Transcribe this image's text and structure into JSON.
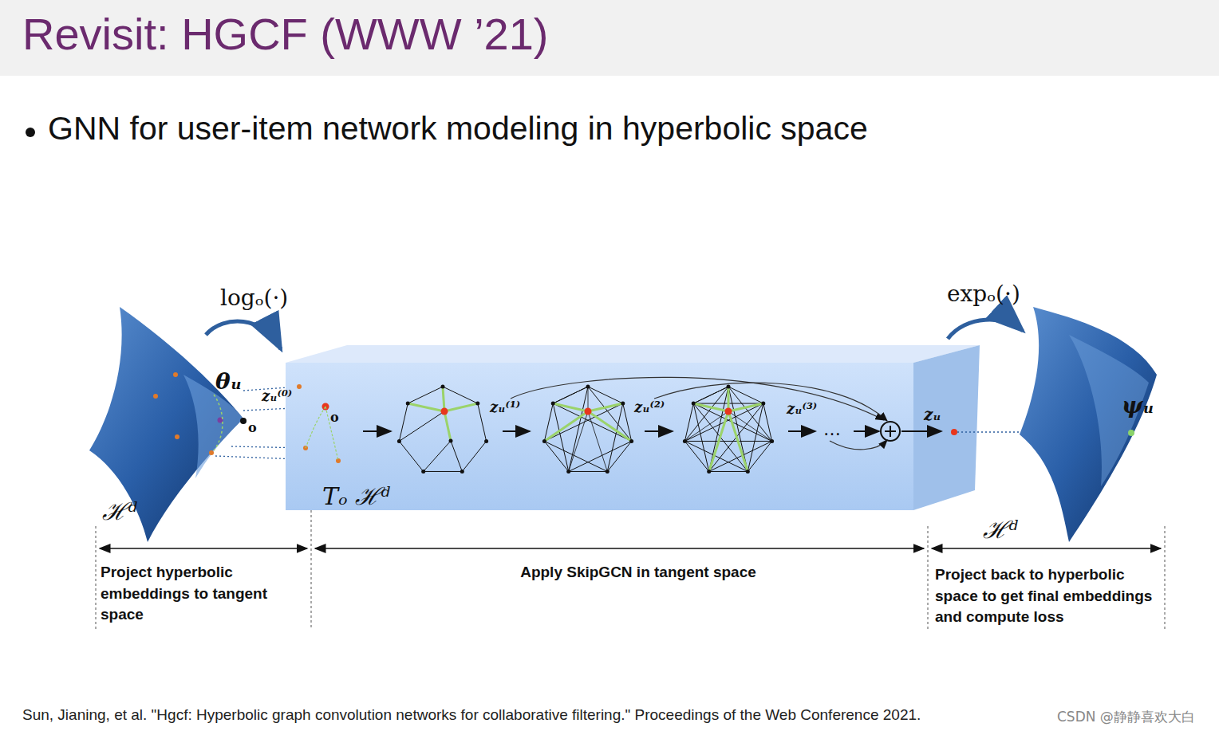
{
  "diagram": {
    "title": "Revisit: HGCF (WWW ’21)",
    "caption": "Sun, Jianing, et al. \"Hgcf: Hyperbolic graph convolution networks for collaborative filtering.\" Proceedings of the Web Conference 2021.",
    "nodes": [
      {
        "text": [
          "Tₒ ℋᵈ"
        ]
      }
    ],
    "labels": [
      "GNN for user-item network modeling in hyperbolic space",
      "logₒ(·)",
      "expₒ(·)",
      "θᵤ",
      "zᵤ⁽⁰⁾",
      "o",
      "o",
      "zᵤ⁽¹⁾",
      "zᵤ⁽²⁾",
      "zᵤ⁽³⁾",
      "zᵤ",
      "ψᵤ",
      "ℋᵈ",
      "ℋᵈ",
      "Project hyperbolic embeddings to tangent space",
      "Apply SkipGCN in tangent space",
      "Project back to hyperbolic space to get final embeddings and compute loss",
      "CSDN @静静喜欢大白"
    ]
  }
}
